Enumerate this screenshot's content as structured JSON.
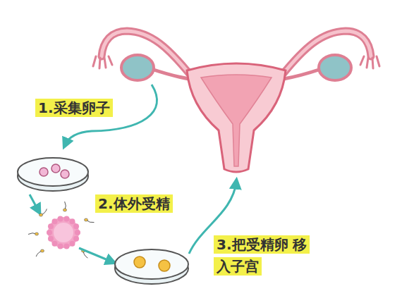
{
  "diagram": {
    "labels": [
      "1.采集卵子",
      "2.体外受精",
      "3.把受精卵 移入子宫"
    ]
  }
}
